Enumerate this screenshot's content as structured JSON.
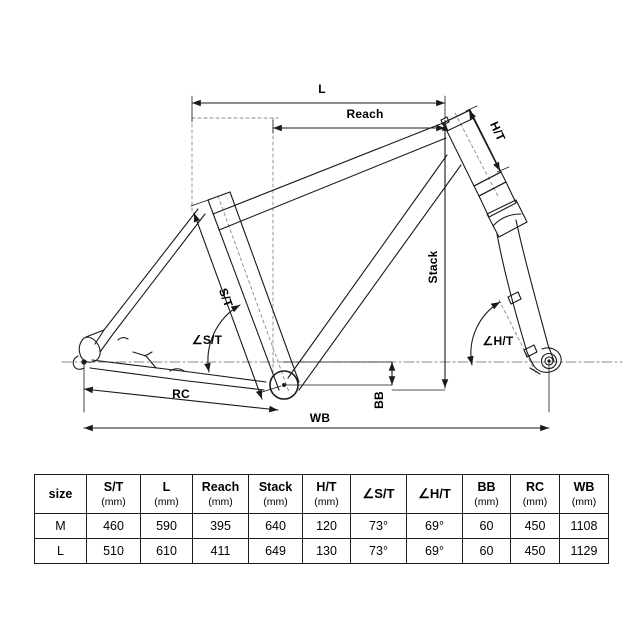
{
  "diagram": {
    "title": "bicycle-frame-geometry",
    "labels": {
      "l": "L",
      "reach": "Reach",
      "ht": "H/T",
      "stack": "Stack",
      "st": "S/T",
      "angle_st": "∠S/T",
      "angle_ht": "∠H/T",
      "bb": "BB",
      "rc": "RC",
      "wb": "WB"
    },
    "colors": {
      "line": "#1a1a1a",
      "construction": "#808080",
      "background": "#ffffff"
    }
  },
  "table": {
    "columns": [
      {
        "label": "size",
        "unit": ""
      },
      {
        "label": "S/T",
        "unit": "(mm)"
      },
      {
        "label": "L",
        "unit": "(mm)"
      },
      {
        "label": "Reach",
        "unit": "(mm)"
      },
      {
        "label": "Stack",
        "unit": "(mm)"
      },
      {
        "label": "H/T",
        "unit": "(mm)"
      },
      {
        "label": "∠S/T",
        "unit": ""
      },
      {
        "label": "∠H/T",
        "unit": ""
      },
      {
        "label": "BB",
        "unit": "(mm)"
      },
      {
        "label": "RC",
        "unit": "(mm)"
      },
      {
        "label": "WB",
        "unit": "(mm)"
      }
    ],
    "rows": [
      {
        "size": "M",
        "st": "460",
        "l": "590",
        "reach": "395",
        "stack": "640",
        "ht": "120",
        "angle_st": "73°",
        "angle_ht": "69°",
        "bb": "60",
        "rc": "450",
        "wb": "1108"
      },
      {
        "size": "L",
        "st": "510",
        "l": "610",
        "reach": "411",
        "stack": "649",
        "ht": "130",
        "angle_st": "73°",
        "angle_ht": "69°",
        "bb": "60",
        "rc": "450",
        "wb": "1129"
      }
    ]
  }
}
